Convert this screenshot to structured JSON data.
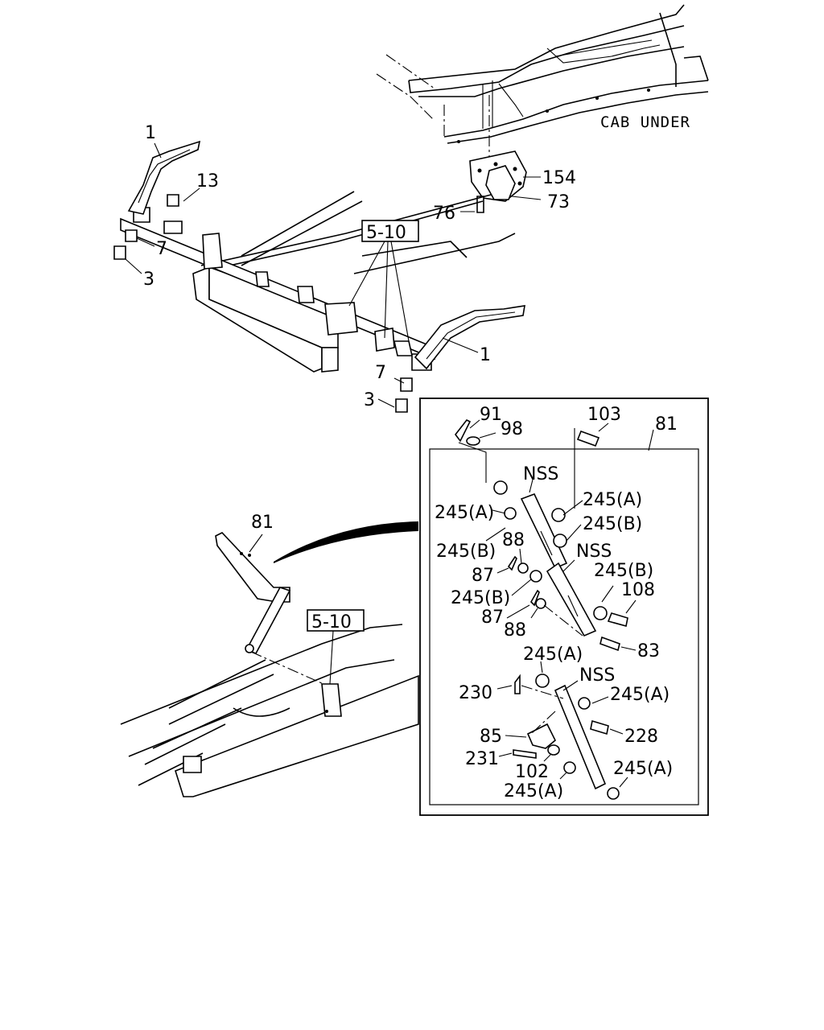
{
  "header_note": "CAB UNDER",
  "callouts": {
    "c1a": "1",
    "c13": "13",
    "c7a": "7",
    "c3a": "3",
    "c5_10a": "5-10",
    "c1b": "1",
    "c7b": "7",
    "c3b": "3",
    "c154": "154",
    "c73": "73",
    "c76": "76",
    "c81a": "81",
    "c5_10b": "5-10",
    "c91": "91",
    "c98": "98",
    "c103": "103",
    "c81b": "81",
    "nss1": "NSS",
    "c245a1": "245(A)",
    "c245a2": "245(A)",
    "c245b1": "245(B)",
    "c245b2": "245(B)",
    "c88a": "88",
    "c87a": "87",
    "nss2": "NSS",
    "c245b3": "245(B)",
    "c108": "108",
    "c245b4": "245(B)",
    "c87b": "87",
    "c88b": "88",
    "c83": "83",
    "c245a3": "245(A)",
    "nss3": "NSS",
    "c230": "230",
    "c245a4": "245(A)",
    "c85": "85",
    "c228": "228",
    "c231": "231",
    "c102": "102",
    "c245a5": "245(A)",
    "c245a6": "245(A)"
  }
}
